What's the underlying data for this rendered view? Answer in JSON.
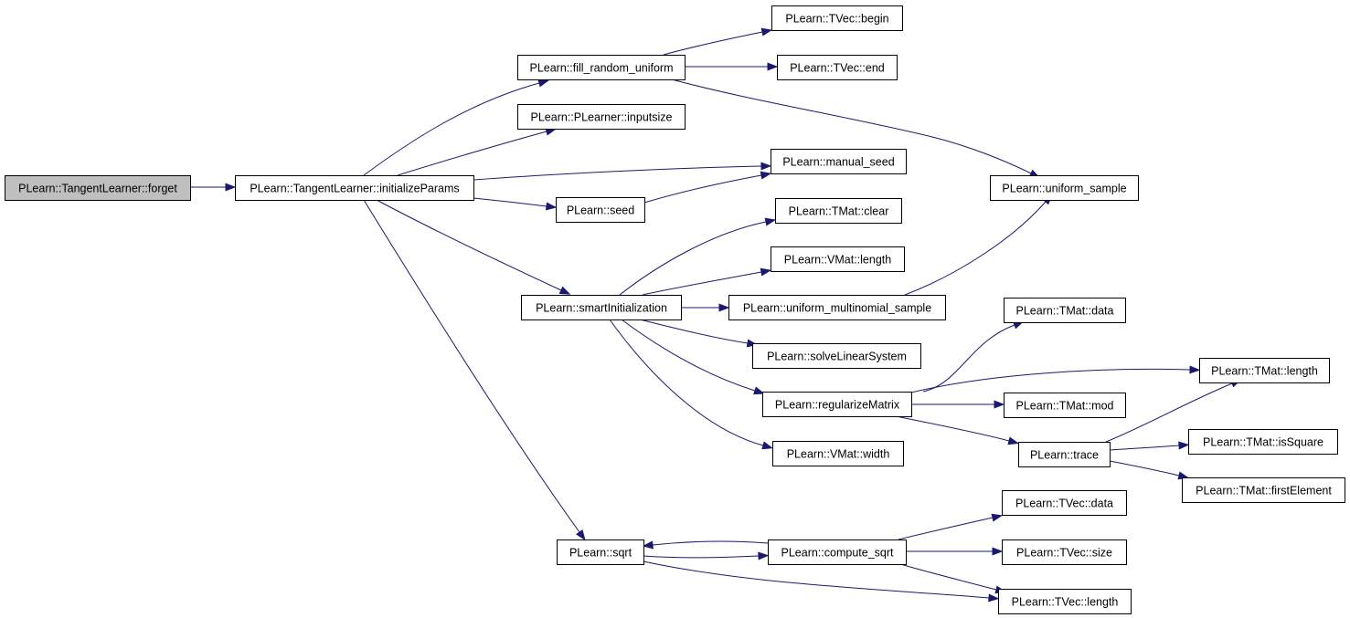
{
  "graph": {
    "nodes": [
      {
        "id": "forget",
        "label": "PLearn::TangentLearner::forget",
        "root": true
      },
      {
        "id": "initializeParams",
        "label": "PLearn::TangentLearner::initializeParams"
      },
      {
        "id": "fill_random_uniform",
        "label": "PLearn::fill_random_uniform"
      },
      {
        "id": "tvec_begin",
        "label": "PLearn::TVec::begin"
      },
      {
        "id": "tvec_end",
        "label": "PLearn::TVec::end"
      },
      {
        "id": "inputsize",
        "label": "PLearn::PLearner::inputsize"
      },
      {
        "id": "manual_seed",
        "label": "PLearn::manual_seed"
      },
      {
        "id": "uniform_sample",
        "label": "PLearn::uniform_sample"
      },
      {
        "id": "seed",
        "label": "PLearn::seed"
      },
      {
        "id": "tmat_clear",
        "label": "PLearn::TMat::clear"
      },
      {
        "id": "vmat_length",
        "label": "PLearn::VMat::length"
      },
      {
        "id": "smartInitialization",
        "label": "PLearn::smartInitialization"
      },
      {
        "id": "uniform_multinomial_sample",
        "label": "PLearn::uniform_multinomial_sample"
      },
      {
        "id": "tmat_data",
        "label": "PLearn::TMat::data"
      },
      {
        "id": "solveLinearSystem",
        "label": "PLearn::solveLinearSystem"
      },
      {
        "id": "tmat_length",
        "label": "PLearn::TMat::length"
      },
      {
        "id": "regularizeMatrix",
        "label": "PLearn::regularizeMatrix"
      },
      {
        "id": "tmat_mod",
        "label": "PLearn::TMat::mod"
      },
      {
        "id": "trace",
        "label": "PLearn::trace"
      },
      {
        "id": "tmat_isSquare",
        "label": "PLearn::TMat::isSquare"
      },
      {
        "id": "vmat_width",
        "label": "PLearn::VMat::width"
      },
      {
        "id": "tmat_firstElement",
        "label": "PLearn::TMat::firstElement"
      },
      {
        "id": "tvec_data",
        "label": "PLearn::TVec::data"
      },
      {
        "id": "sqrt",
        "label": "PLearn::sqrt"
      },
      {
        "id": "compute_sqrt",
        "label": "PLearn::compute_sqrt"
      },
      {
        "id": "tvec_size",
        "label": "PLearn::TVec::size"
      },
      {
        "id": "tvec_length",
        "label": "PLearn::TVec::length"
      }
    ],
    "edges": [
      {
        "from": "forget",
        "to": "initializeParams"
      },
      {
        "from": "initializeParams",
        "to": "fill_random_uniform"
      },
      {
        "from": "initializeParams",
        "to": "inputsize"
      },
      {
        "from": "initializeParams",
        "to": "manual_seed"
      },
      {
        "from": "initializeParams",
        "to": "seed"
      },
      {
        "from": "initializeParams",
        "to": "smartInitialization"
      },
      {
        "from": "initializeParams",
        "to": "sqrt"
      },
      {
        "from": "fill_random_uniform",
        "to": "tvec_begin"
      },
      {
        "from": "fill_random_uniform",
        "to": "tvec_end"
      },
      {
        "from": "fill_random_uniform",
        "to": "uniform_sample"
      },
      {
        "from": "seed",
        "to": "manual_seed"
      },
      {
        "from": "smartInitialization",
        "to": "tmat_clear"
      },
      {
        "from": "smartInitialization",
        "to": "vmat_length"
      },
      {
        "from": "smartInitialization",
        "to": "uniform_multinomial_sample"
      },
      {
        "from": "smartInitialization",
        "to": "solveLinearSystem"
      },
      {
        "from": "smartInitialization",
        "to": "regularizeMatrix"
      },
      {
        "from": "smartInitialization",
        "to": "vmat_width"
      },
      {
        "from": "uniform_multinomial_sample",
        "to": "uniform_sample"
      },
      {
        "from": "regularizeMatrix",
        "to": "tmat_data"
      },
      {
        "from": "regularizeMatrix",
        "to": "tmat_length"
      },
      {
        "from": "regularizeMatrix",
        "to": "tmat_mod"
      },
      {
        "from": "regularizeMatrix",
        "to": "trace"
      },
      {
        "from": "trace",
        "to": "tmat_length"
      },
      {
        "from": "trace",
        "to": "tmat_isSquare"
      },
      {
        "from": "trace",
        "to": "tmat_firstElement"
      },
      {
        "from": "sqrt",
        "to": "compute_sqrt"
      },
      {
        "from": "sqrt",
        "to": "tvec_length"
      },
      {
        "from": "compute_sqrt",
        "to": "sqrt"
      },
      {
        "from": "compute_sqrt",
        "to": "tvec_data"
      },
      {
        "from": "compute_sqrt",
        "to": "tvec_size"
      },
      {
        "from": "compute_sqrt",
        "to": "tvec_length"
      }
    ],
    "colors": {
      "edge": "#191970",
      "node_border": "#000000",
      "node_fill": "#ffffff",
      "root_fill": "#bfbfbf"
    }
  }
}
